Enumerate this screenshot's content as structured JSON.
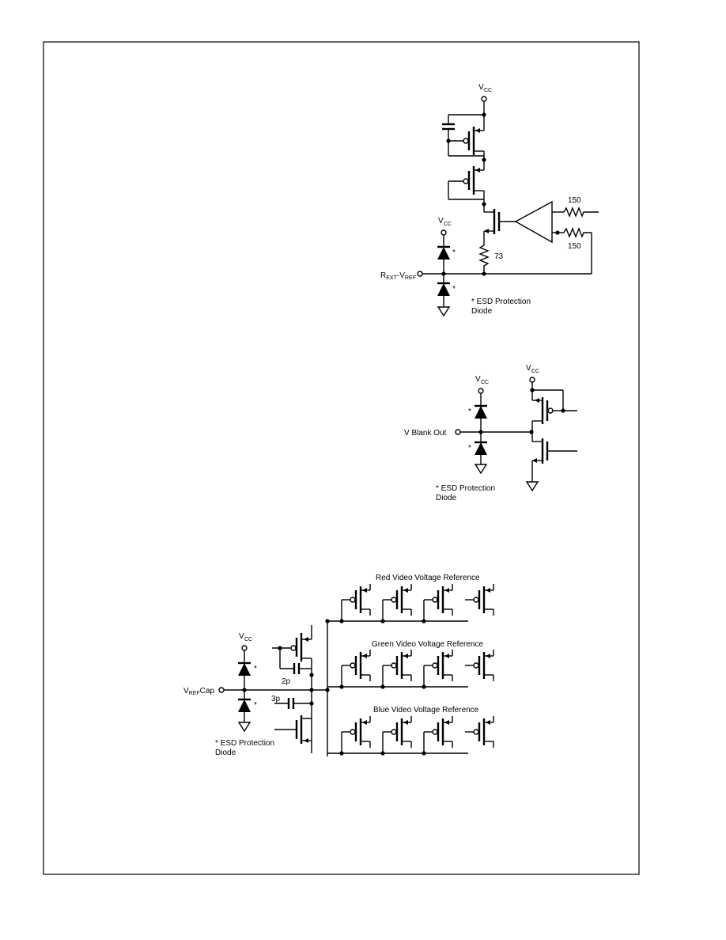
{
  "circuit1": {
    "vcc_top": "V",
    "vcc_top_sub": "CC",
    "vcc_esd": "V",
    "vcc_esd_sub": "CC",
    "res_top": "150",
    "res_bottom": "150",
    "res_73": "73",
    "node_prefix": "R",
    "node_sub1": "EXT",
    "node_mid": "-V",
    "node_sub2": "REF",
    "star_top": "*",
    "star_bottom": "*",
    "note_line1": "* ESD Protection",
    "note_line2": "Diode"
  },
  "circuit2": {
    "vcc_esd": "V",
    "vcc_esd_sub": "CC",
    "vcc_right": "V",
    "vcc_right_sub": "CC",
    "pin": "V Blank Out",
    "star_top": "*",
    "star_bottom": "*",
    "note_line1": "* ESD Protection",
    "note_line2": "Diode"
  },
  "circuit3": {
    "vcc": "V",
    "vcc_sub": "CC",
    "pin_prefix": "V",
    "pin_sub": "REF",
    "pin_suffix": "Cap",
    "cap_2p": "2p",
    "cap_3p": "3p",
    "star_top": "*",
    "star_bottom": "*",
    "note_line1": "* ESD Protection",
    "note_line2": "Diode",
    "ref_red": "Red Video Voltage Reference",
    "ref_green": "Green Video Voltage Reference",
    "ref_blue": "Blue Video Voltage Reference"
  }
}
